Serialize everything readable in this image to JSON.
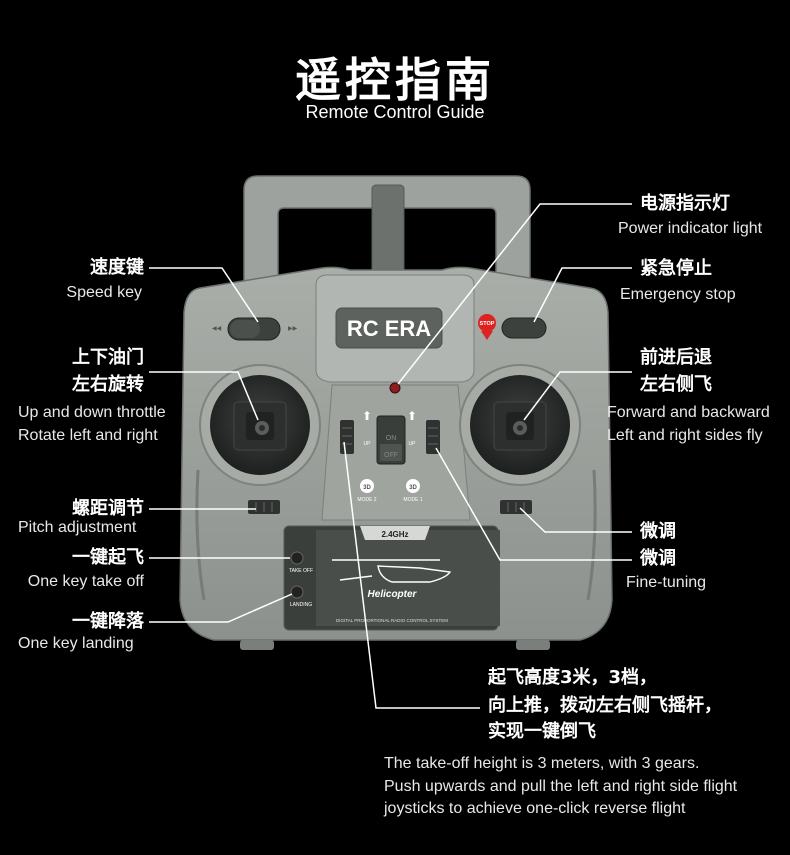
{
  "title": {
    "cn": "遥控指南",
    "en": "Remote Control Guide"
  },
  "device": {
    "brand": "RC ERA",
    "stop_badge": "STOP",
    "switch_on": "ON",
    "switch_off": "OFF",
    "up_label": "UP",
    "mode2": "MODE 2",
    "mode1": "MODE 1",
    "mode_icon": "3D",
    "freq": "2.4GHz",
    "take_off": "TAKE OFF",
    "landing": "LANDING",
    "heli_logo": "Helicopter",
    "system": "DIGITAL PROPORTIONAL RADIO CONTROL SYSTEM"
  },
  "labels": {
    "speed": {
      "cn": "速度键",
      "en": "Speed key"
    },
    "throttle": {
      "cn1": "上下油门",
      "cn2": "左右旋转",
      "en1": "Up and down throttle",
      "en2": "Rotate left and right"
    },
    "pitch": {
      "cn": "螺距调节",
      "en": "Pitch adjustment"
    },
    "takeoff": {
      "cn": "一键起飞",
      "en": "One key take off"
    },
    "landing": {
      "cn": "一键降落",
      "en": "One key  landing"
    },
    "power": {
      "cn": "电源指示灯",
      "en": "Power indicator light"
    },
    "estop": {
      "cn": "紧急停止",
      "en": "Emergency stop"
    },
    "forward": {
      "cn1": "前进后退",
      "cn2": "左右侧飞",
      "en1": "Forward and backward",
      "en2": "Left and right sides fly"
    },
    "trim1": {
      "cn": "微调"
    },
    "trim2": {
      "cn": "微调",
      "en": "Fine-tuning"
    },
    "flip": {
      "cn1": "起飞高度3米，3档，",
      "cn2": "向上推，拨动左右侧飞摇杆，",
      "cn3": "实现一键倒飞",
      "en1": "The take-off height is 3 meters, with 3 gears.",
      "en2": "Push upwards and pull the left and right side flight",
      "en3": "joysticks to achieve one-click reverse flight"
    }
  }
}
